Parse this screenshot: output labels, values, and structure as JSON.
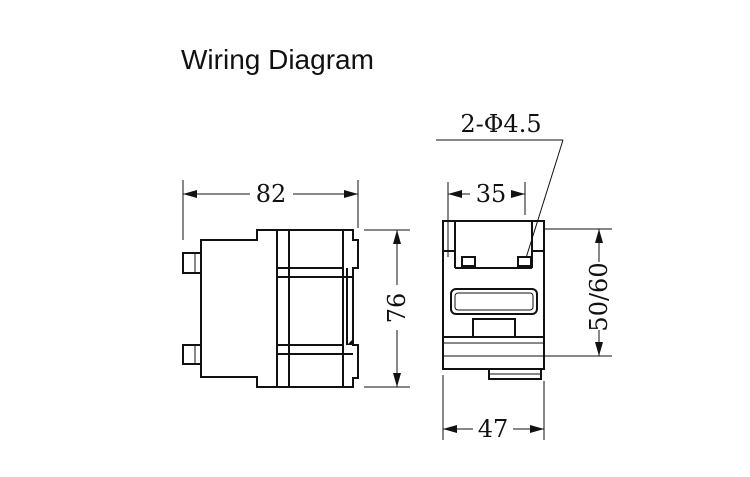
{
  "title": "Wiring Diagram",
  "side_view": {
    "width_label": "82",
    "height_label": "76"
  },
  "front_view": {
    "hole_label": "2-Φ4.5",
    "hole_spacing_label": "35",
    "rail_label": "50/60",
    "width_label": "47"
  }
}
